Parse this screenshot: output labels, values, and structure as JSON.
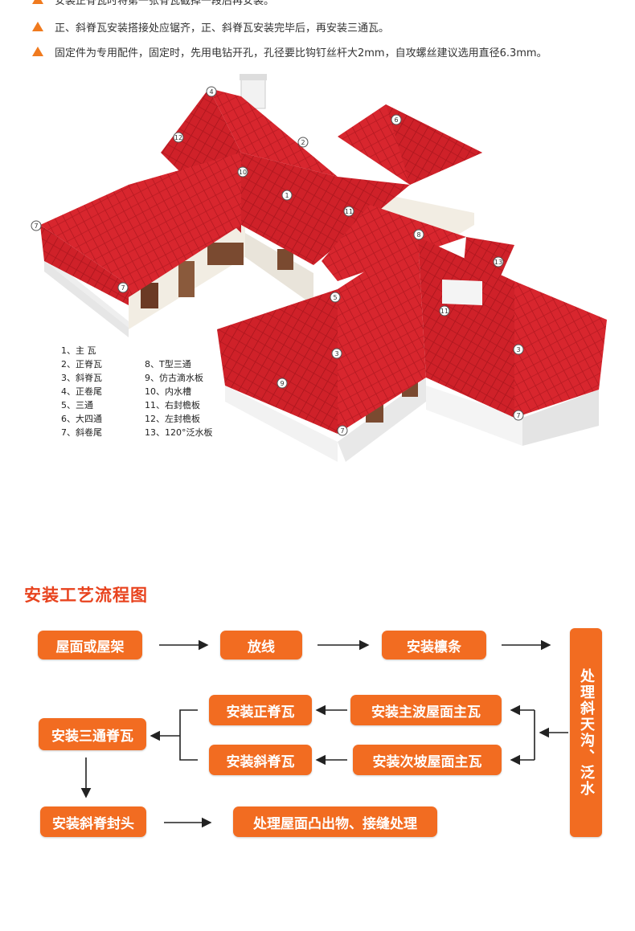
{
  "notes": [
    "安装正脊瓦时将第一张脊瓦截掉一段后再安装。",
    "正、斜脊瓦安装搭接处应锯齐，正、斜脊瓦安装完毕后，再安装三通瓦。",
    "固定件为专用配件，固定时，先用电钻开孔，孔径要比钩钉丝杆大2mm，自攻螺丝建议选用直径6.3mm。"
  ],
  "legend": {
    "col1": [
      "1、主 瓦",
      "2、正脊瓦",
      "3、斜脊瓦",
      "4、正卷尾",
      "5、三通",
      "6、大四通",
      "7、斜卷尾"
    ],
    "col2": [
      "8、T型三通",
      "9、仿古滴水板",
      "10、内水槽",
      "11、右封檐板",
      "12、左封檐板",
      "13、120°泛水板"
    ]
  },
  "callouts": [
    "1",
    "2",
    "3",
    "3",
    "4",
    "5",
    "6",
    "7",
    "7",
    "7",
    "7",
    "8",
    "9",
    "10",
    "11",
    "11",
    "12",
    "13"
  ],
  "flow": {
    "title": "安装工艺流程图",
    "roof_frame": "屋面或屋架",
    "lay_line": "放线",
    "install_purlin": "安装檩条",
    "valley_flashing": "处理斜天沟、泛水",
    "install_main_ridge": "安装正脊瓦",
    "install_primary_slope": "安装主波屋面主瓦",
    "install_hip_ridge": "安装斜脊瓦",
    "install_secondary_slope": "安装次坡屋面主瓦",
    "install_tee_ridge": "安装三通脊瓦",
    "install_hip_end": "安装斜脊封头",
    "handle_protrusions": "处理屋面凸出物、接缝处理"
  },
  "colors": {
    "accent": "#f26c21",
    "title_red": "#e8431e",
    "roof_red": "#d8262e"
  }
}
